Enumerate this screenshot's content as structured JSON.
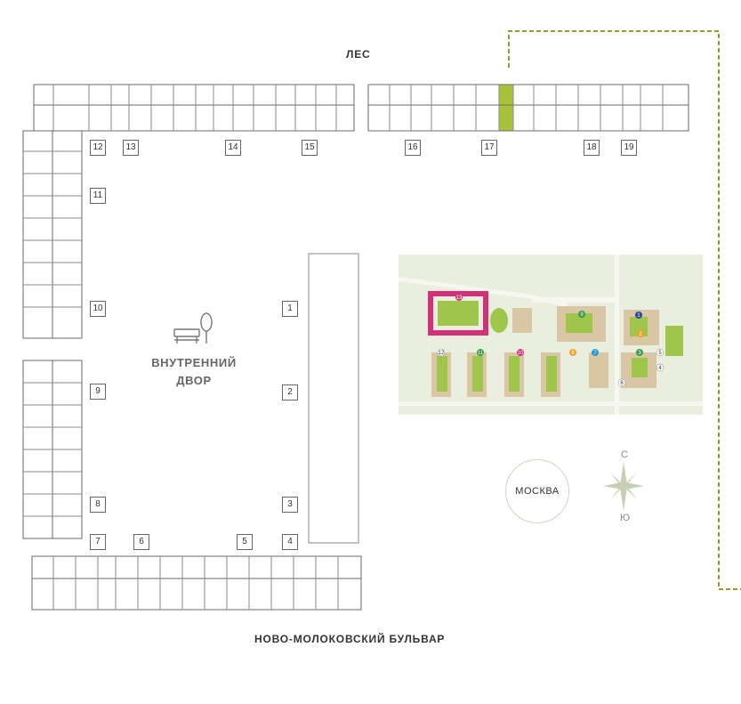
{
  "labels": {
    "top": "ЛЕС",
    "bottom": "НОВО-МОЛОКОВСКИЙ БУЛЬВАР",
    "courtyard_line1": "ВНУТРЕННИЙ",
    "courtyard_line2": "ДВОР",
    "city": "МОСКВА",
    "north": "С",
    "south": "Ю"
  },
  "sections": [
    "1",
    "2",
    "3",
    "4",
    "5",
    "6",
    "7",
    "8",
    "9",
    "10",
    "11",
    "12",
    "13",
    "14",
    "15",
    "16",
    "17",
    "18",
    "19"
  ],
  "highlighted_section": "17",
  "colors": {
    "highlight": "#a9c23a",
    "route": "#9a9a2a",
    "outline": "#555555",
    "minimap_bg": "#e9eede",
    "minimap_block": "#d9c6a5",
    "minimap_green": "#9fc54a"
  },
  "minimap": {
    "markers": [
      "1",
      "2",
      "3",
      "4",
      "5",
      "6",
      "7",
      "8",
      "9",
      "10",
      "11",
      "12",
      "13"
    ]
  }
}
